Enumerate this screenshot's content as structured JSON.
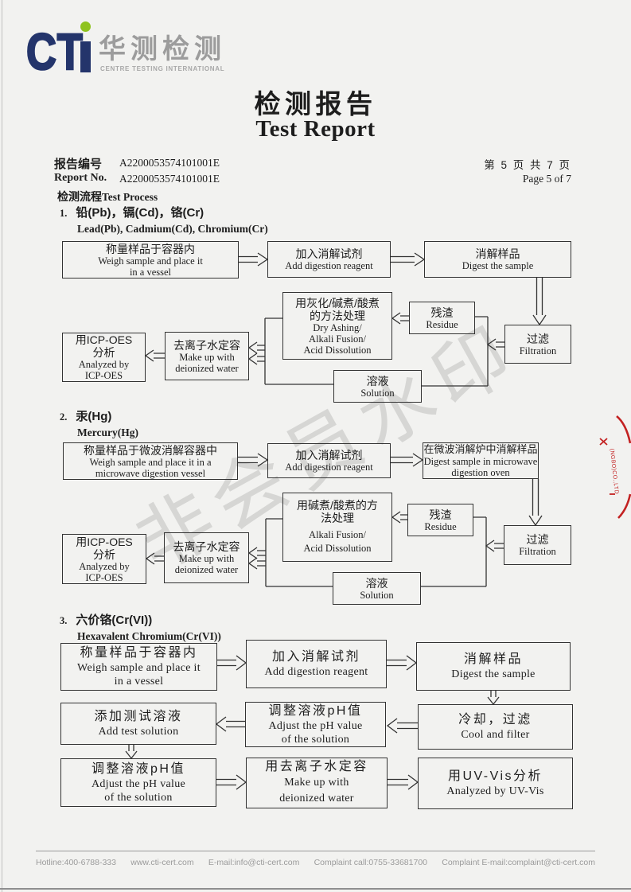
{
  "logo": {
    "cti": "CT",
    "cn": "华测检测",
    "sub": "CENTRE TESTING INTERNATIONAL"
  },
  "title": {
    "cn": "检测报告",
    "en": "Test Report"
  },
  "meta": {
    "report_label_cn": "报告编号",
    "report_label_en": "Report No.",
    "report_no_1": "A2200053574101001E",
    "report_no_2": "A2200053574101001E",
    "page_cn": "第 5 页  共 7 页",
    "page_en": "Page 5 of 7"
  },
  "process_heading": {
    "cn": "检测流程",
    "en": "Test Process"
  },
  "sections": [
    {
      "no": "1.",
      "title_cn": "铅(Pb)，镉(Cd)，铬(Cr)",
      "title_en": "Lead(Pb), Cadmium(Cd), Chromium(Cr)",
      "boxes": {
        "weigh": {
          "cn": "称量样品于容器内",
          "en": "Weigh sample and place it\nin a vessel"
        },
        "reagent": {
          "cn": "加入消解试剂",
          "en": "Add digestion reagent"
        },
        "digest": {
          "cn": "消解样品",
          "en": "Digest the sample"
        },
        "treat": {
          "cn": "用灰化/碱煮/酸煮\n的方法处理",
          "en": "Dry Ashing/\nAlkali Fusion/\nAcid Dissolution"
        },
        "residue": {
          "cn": "残渣",
          "en": "Residue"
        },
        "filtration": {
          "cn": "过滤",
          "en": "Filtration"
        },
        "solution": {
          "cn": "溶液",
          "en": "Solution"
        },
        "makeup": {
          "cn": "去离子水定容",
          "en": "Make up with\ndeionized water"
        },
        "analyze": {
          "cn": "用ICP-OES\n分析",
          "en": "Analyzed by\nICP-OES"
        }
      }
    },
    {
      "no": "2.",
      "title_cn": "汞(Hg)",
      "title_en": "Mercury(Hg)",
      "boxes": {
        "weigh": {
          "cn": "称量样品于微波消解容器中",
          "en": "Weigh sample and place it in a\nmicrowave digestion vessel"
        },
        "reagent": {
          "cn": "加入消解试剂",
          "en": "Add digestion reagent"
        },
        "digest": {
          "cn": "在微波消解炉中消解样品",
          "en": "Digest sample in microwave\ndigestion oven"
        },
        "treat": {
          "cn": "用碱煮/酸煮的方\n法处理",
          "en": "Alkali Fusion/\nAcid Dissolution"
        },
        "residue": {
          "cn": "残渣",
          "en": "Residue"
        },
        "filtration": {
          "cn": "过滤",
          "en": "Filtration"
        },
        "solution": {
          "cn": "溶液",
          "en": "Solution"
        },
        "makeup": {
          "cn": "去离子水定容",
          "en": "Make up with\ndeionized water"
        },
        "analyze": {
          "cn": "用ICP-OES\n分析",
          "en": "Analyzed by\nICP-OES"
        }
      }
    },
    {
      "no": "3.",
      "title_cn": "六价铬(Cr(VI))",
      "title_en": "Hexavalent Chromium(Cr(VI))",
      "boxes": {
        "weigh": {
          "cn": "称量样品于容器内",
          "en": "Weigh sample and place it\nin a vessel"
        },
        "reagent": {
          "cn": "加入消解试剂",
          "en": "Add digestion reagent"
        },
        "digest": {
          "cn": "消解样品",
          "en": "Digest the sample"
        },
        "add_test": {
          "cn": "添加测试溶液",
          "en": "Add test solution"
        },
        "adjust_ph1": {
          "cn": "调整溶液pH值",
          "en": "Adjust the pH value\nof the solution"
        },
        "cool": {
          "cn": "冷却，过滤",
          "en": "Cool and filter"
        },
        "adjust_ph2": {
          "cn": "调整溶液pH值",
          "en": "Adjust the pH value\nof the solution"
        },
        "makeup": {
          "cn": "用去离子水定容",
          "en": "Make up with\ndeionized water"
        },
        "uv": {
          "cn": "用UV-Vis分析",
          "en": "Analyzed by UV-Vis"
        }
      }
    }
  ],
  "watermark": "非会员水印",
  "stamp_text": "(NGBO)CO.,LTD",
  "footer": {
    "items": [
      "Hotline:400-6788-333",
      "www.cti-cert.com",
      "E-mail:info@cti-cert.com",
      "Complaint call:0755-33681700",
      "Complaint E-mail:complaint@cti-cert.com"
    ]
  }
}
